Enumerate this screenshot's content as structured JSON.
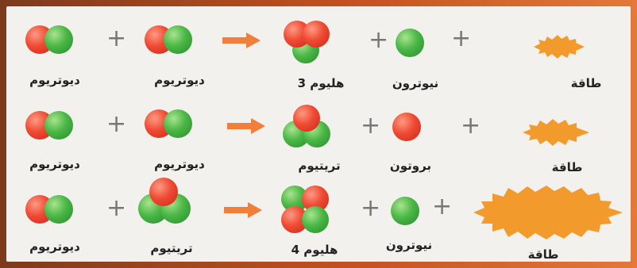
{
  "rows": [
    {
      "reactant1": "ديوتريوم",
      "reactant2": "ديوتريوم",
      "product1": "هليوم 3",
      "product2": "نيوترون",
      "energy": "طاقة"
    },
    {
      "reactant1": "ديوتريوم",
      "reactant2": "ديوتريوم",
      "product1": "تريتيوم",
      "product2": "بروتون",
      "energy": "طاقة"
    },
    {
      "reactant1": "ديوتريوم",
      "reactant2": "تريتيوم",
      "product1": "هليوم 4",
      "product2": "نيوترون",
      "energy": "طاقة"
    }
  ],
  "symbols": {
    "plus": "+"
  },
  "colors": {
    "proton": "#ef4a33",
    "neutron": "#49b745",
    "arrow": "#ef7f3a",
    "energy": "#f39a2c"
  }
}
